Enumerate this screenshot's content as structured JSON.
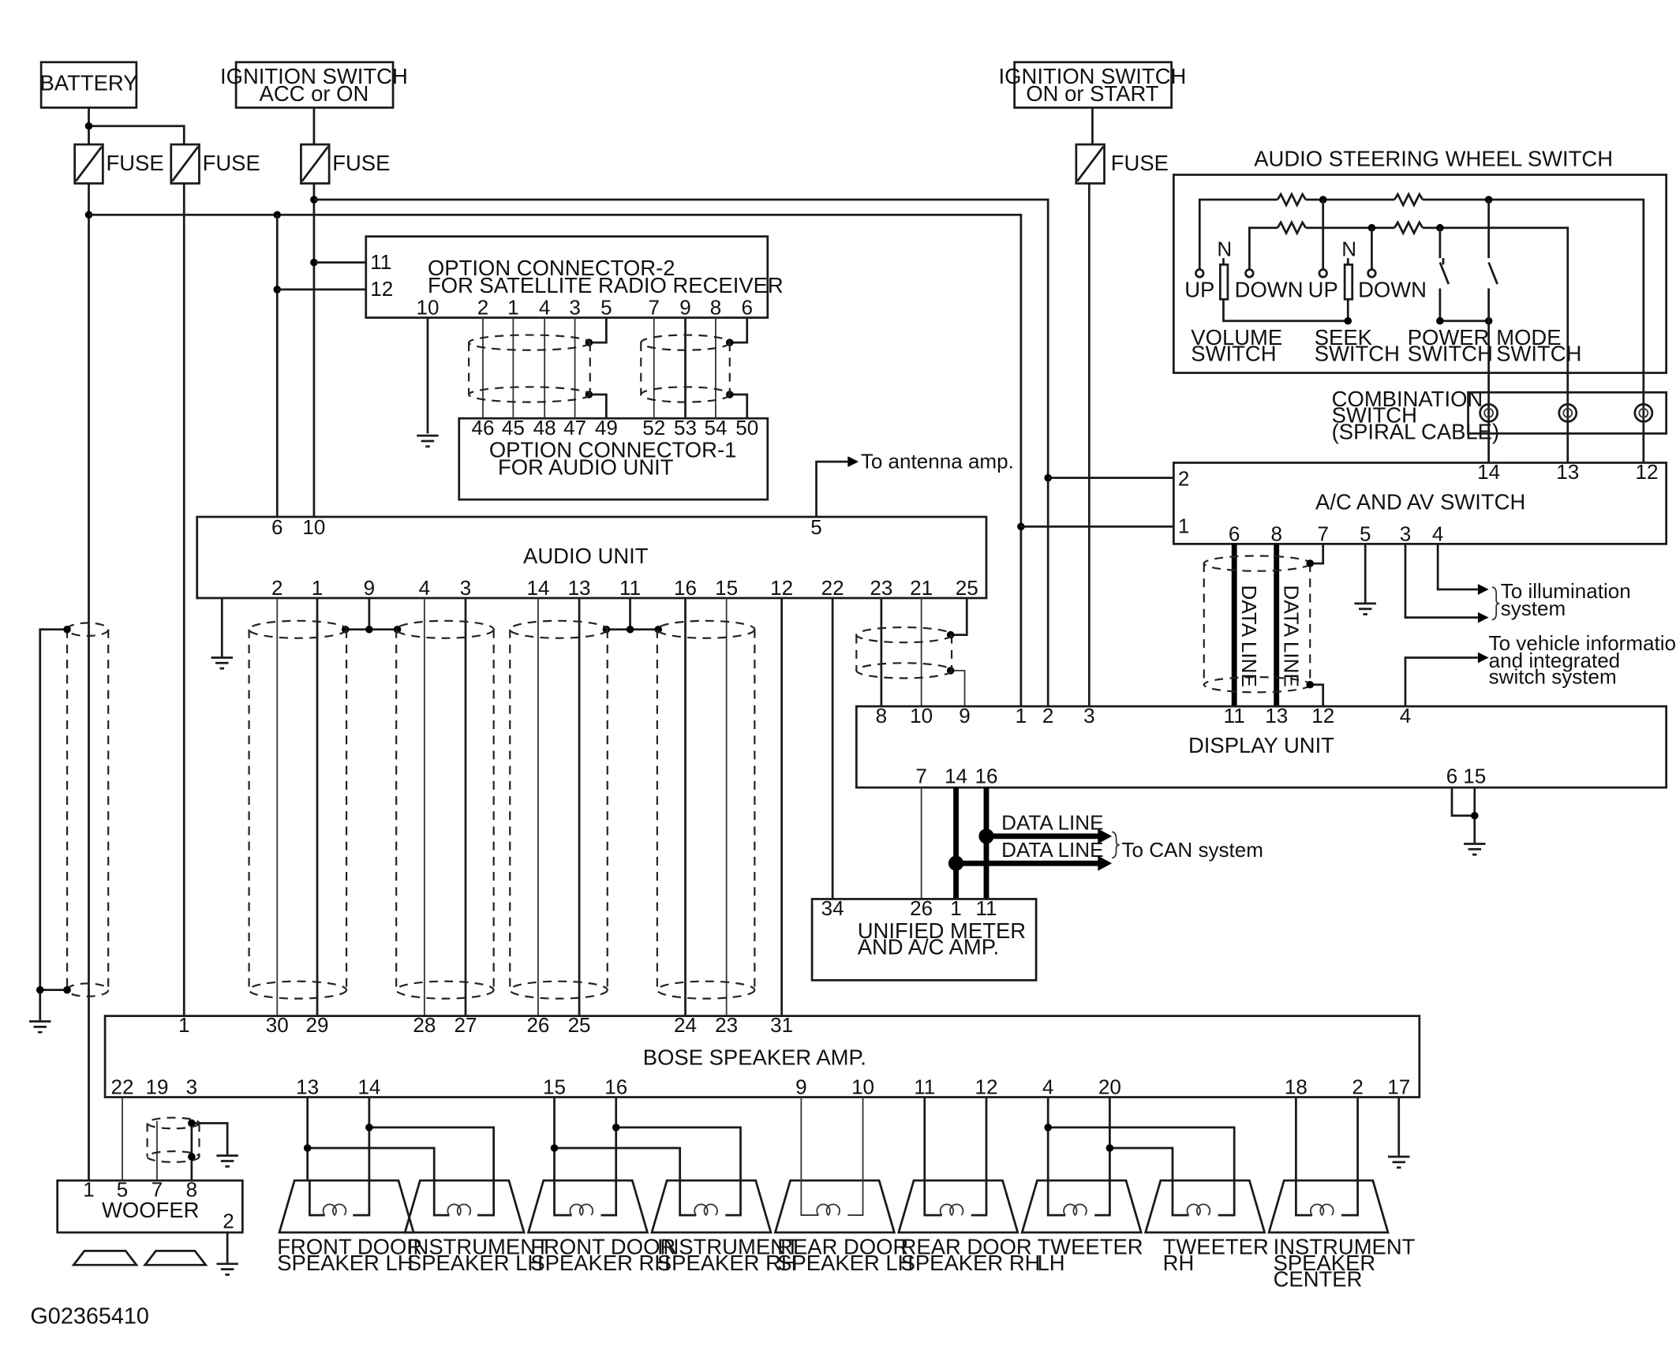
{
  "diagram_id": "G02365410",
  "power_sources": {
    "battery": "BATTERY",
    "ign_acc_on": [
      "IGNITION SWITCH",
      "ACC or ON"
    ],
    "ign_on_start": [
      "IGNITION SWITCH",
      "ON or START"
    ],
    "fuse": "FUSE"
  },
  "option_connector_2": {
    "label": [
      "OPTION CONNECTOR-2",
      "FOR SATELLITE RADIO RECEIVER"
    ],
    "pins_left": [
      "11",
      "12"
    ],
    "pins_bottom": [
      "10",
      "2",
      "1",
      "4",
      "3",
      "5",
      "7",
      "9",
      "8",
      "6"
    ]
  },
  "option_connector_1": {
    "label": [
      "OPTION CONNECTOR-1",
      "FOR AUDIO UNIT"
    ],
    "pins_top": [
      "46",
      "45",
      "48",
      "47",
      "49",
      "52",
      "53",
      "54",
      "50"
    ]
  },
  "audio_unit": {
    "label": "AUDIO UNIT",
    "pins_top": [
      "6",
      "10",
      "5"
    ],
    "pins_bottom": [
      "2",
      "1",
      "9",
      "4",
      "3",
      "14",
      "13",
      "11",
      "16",
      "15",
      "12",
      "22",
      "23",
      "21",
      "25"
    ],
    "antenna_note": "To antenna amp."
  },
  "steering_switch": {
    "title": "AUDIO STEERING WHEEL SWITCH",
    "labels": {
      "n": "N",
      "up": "UP",
      "down": "DOWN",
      "volume": [
        "VOLUME",
        "SWITCH"
      ],
      "seek": [
        "SEEK",
        "SWITCH"
      ],
      "power": [
        "POWER",
        "SWITCH"
      ],
      "mode": [
        "MODE",
        "SWITCH"
      ]
    }
  },
  "combination_switch": {
    "label": [
      "COMBINATION",
      "SWITCH",
      "(SPIRAL CABLE)"
    ]
  },
  "ac_av_switch": {
    "label": "A/C AND AV SWITCH",
    "pins_top": [
      "14",
      "13",
      "12"
    ],
    "pins_left": [
      "2",
      "1"
    ],
    "pins_bottom": [
      "6",
      "8",
      "7",
      "5",
      "3",
      "4"
    ],
    "data_line": "DATA LINE",
    "illumination_note": [
      "To illumination",
      "system"
    ],
    "vehicle_info_note": [
      "To vehicle information",
      "and integrated",
      "switch system"
    ]
  },
  "display_unit": {
    "label": "DISPLAY UNIT",
    "pins_top": [
      "8",
      "10",
      "9",
      "1",
      "2",
      "3",
      "11",
      "13",
      "12",
      "4"
    ],
    "pins_bottom": [
      "7",
      "14",
      "16",
      "6",
      "15"
    ]
  },
  "can": {
    "data_line": "DATA LINE",
    "note": "To CAN system"
  },
  "unified_meter": {
    "label": [
      "UNIFIED METER",
      "AND A/C AMP."
    ],
    "pins_top": [
      "34",
      "26",
      "1",
      "11"
    ]
  },
  "bose_amp": {
    "label": "BOSE SPEAKER AMP.",
    "pins_top": [
      "1",
      "30",
      "29",
      "28",
      "27",
      "26",
      "25",
      "24",
      "23",
      "31"
    ],
    "pins_bottom": [
      "22",
      "19",
      "3",
      "13",
      "14",
      "15",
      "16",
      "9",
      "10",
      "11",
      "12",
      "4",
      "20",
      "18",
      "2",
      "17"
    ]
  },
  "woofer": {
    "label": "WOOFER",
    "pins": [
      "1",
      "5",
      "7",
      "8",
      "2"
    ]
  },
  "speakers": [
    {
      "name": [
        "FRONT DOOR",
        "SPEAKER LH"
      ]
    },
    {
      "name": [
        "INSTRUMENT",
        "SPEAKER LH"
      ]
    },
    {
      "name": [
        "FRONT DOOR",
        "SPEAKER RH"
      ]
    },
    {
      "name": [
        "INSTRUMENT",
        "SPEAKER RH"
      ]
    },
    {
      "name": [
        "REAR DOOR",
        "SPEAKER LH"
      ]
    },
    {
      "name": [
        "REAR DOOR",
        "SPEAKER RH"
      ]
    },
    {
      "name": [
        "TWEETER",
        "LH"
      ]
    },
    {
      "name": [
        "TWEETER",
        "RH"
      ]
    },
    {
      "name": [
        "INSTRUMENT",
        "SPEAKER",
        "CENTER"
      ]
    }
  ]
}
